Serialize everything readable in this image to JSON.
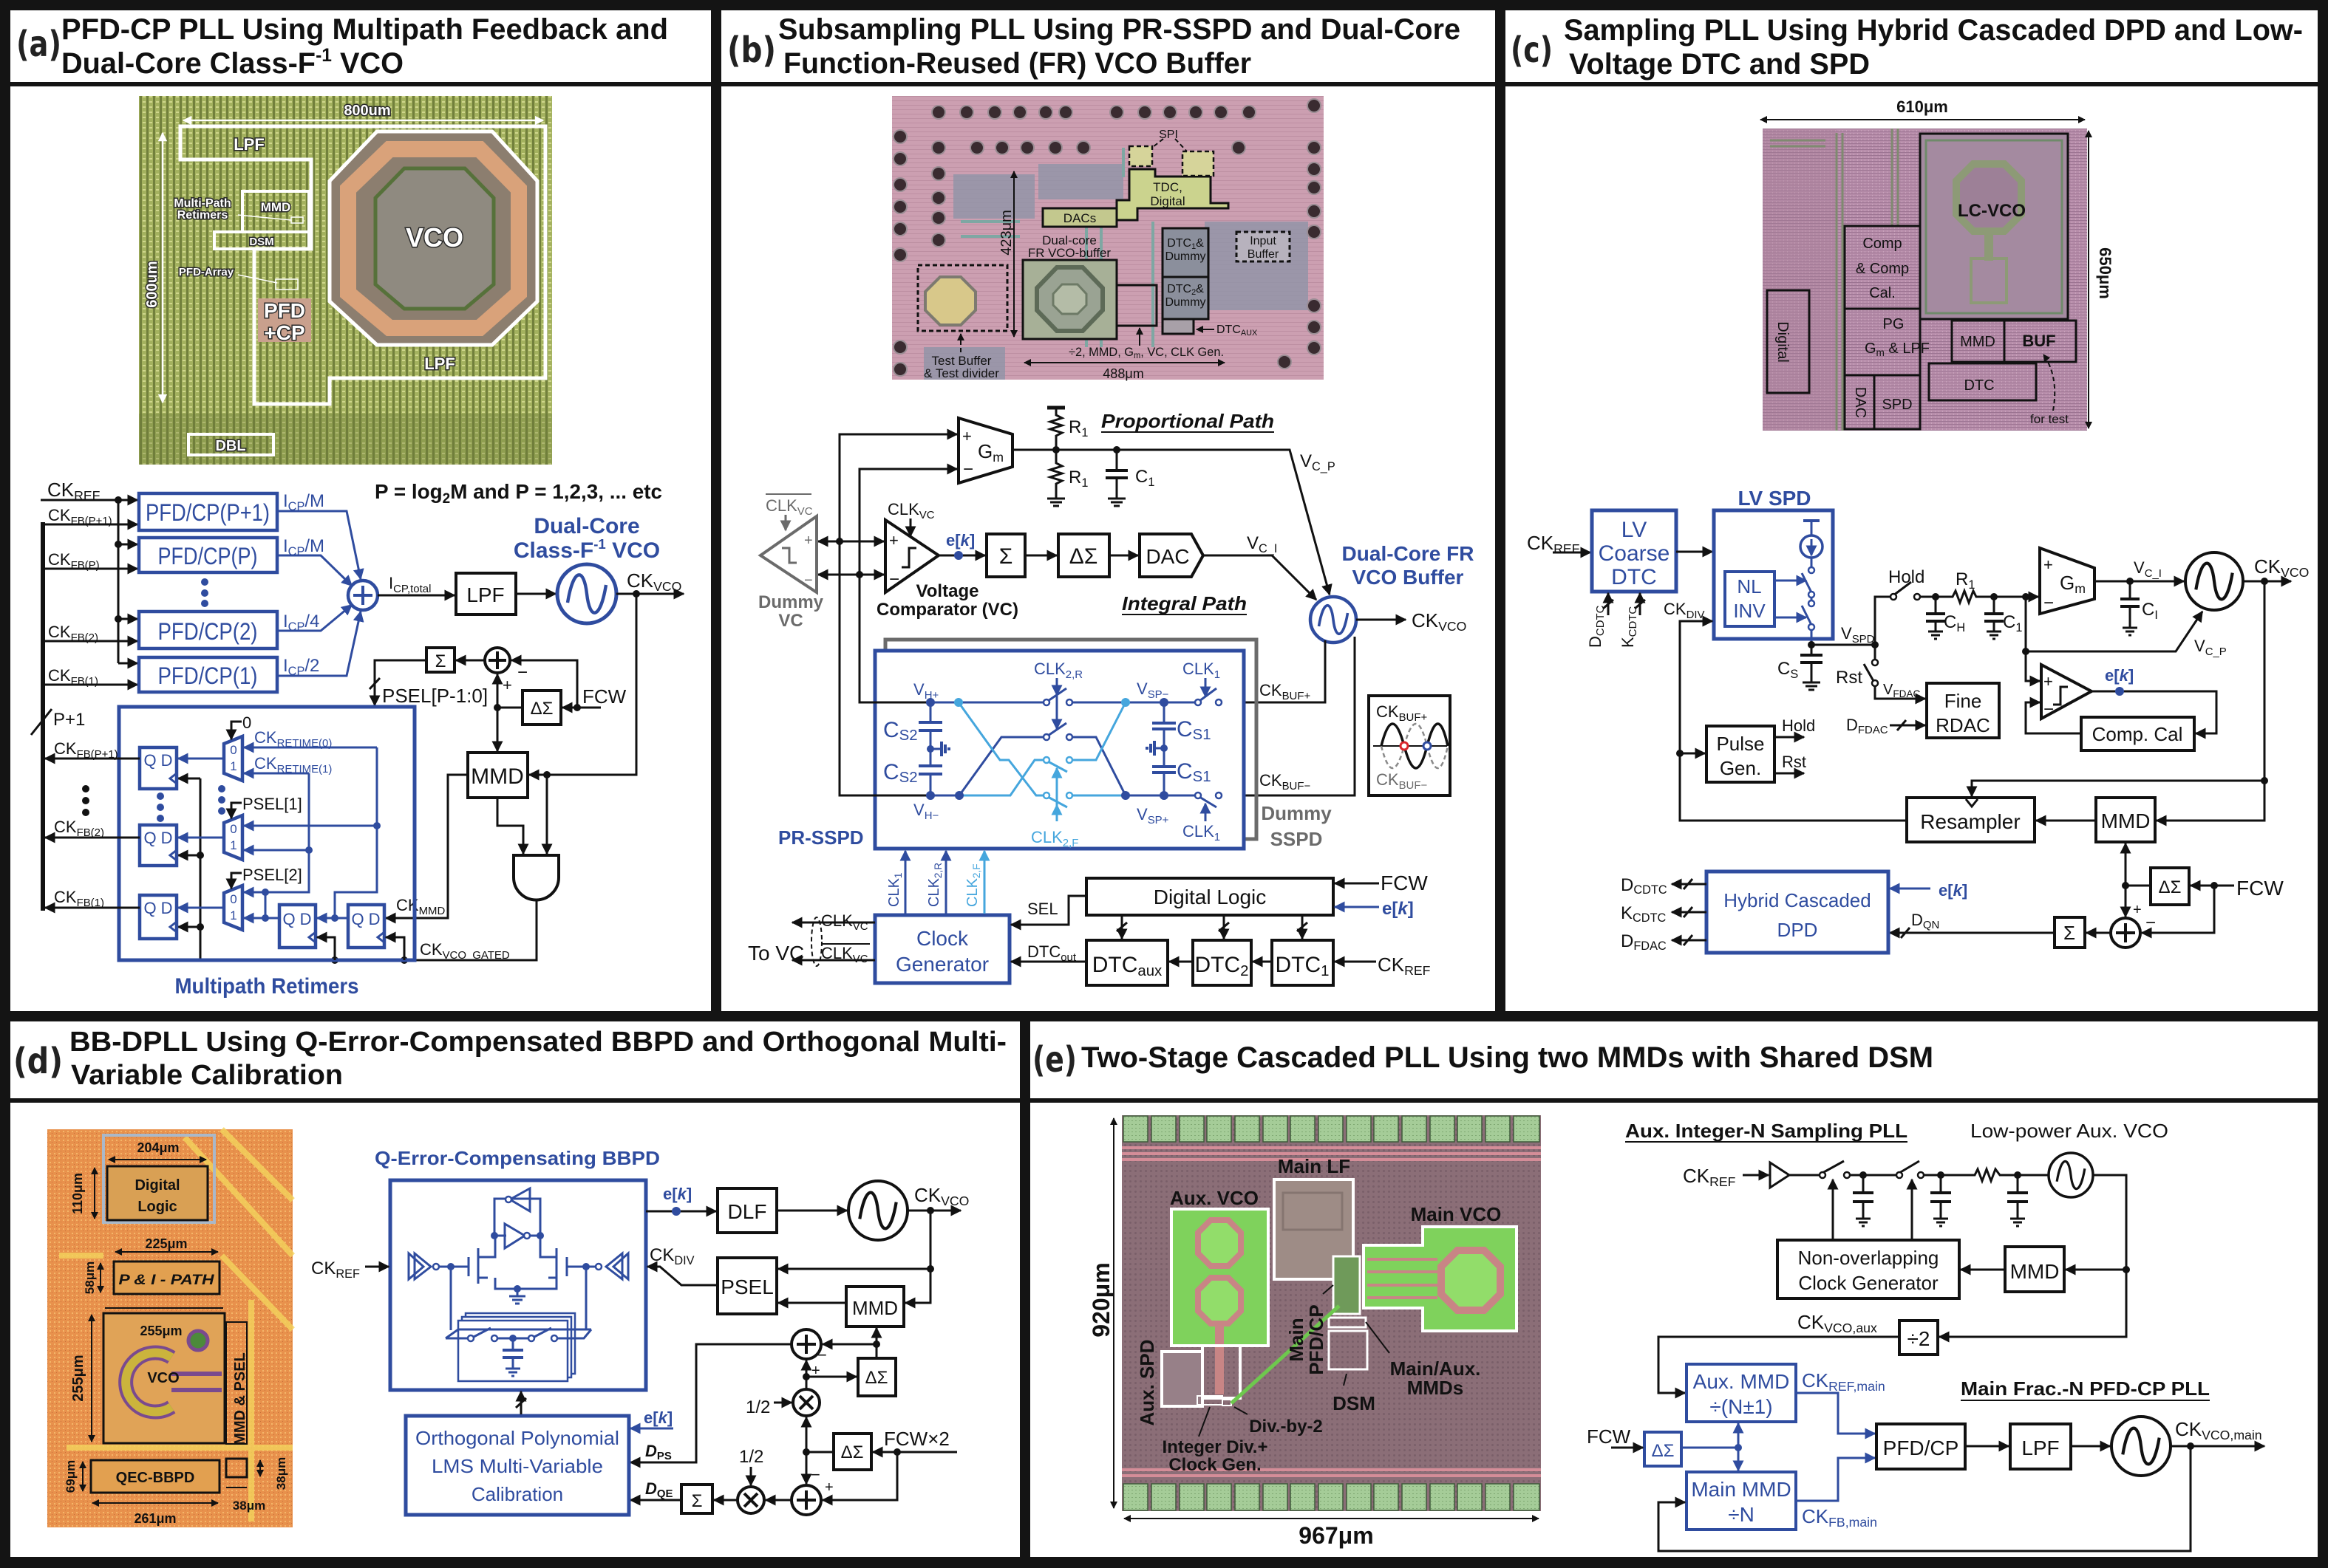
{
  "colors": {
    "frame": "#141414",
    "schematic_blue": "#2f4c9f",
    "light_blue": "#45a6dd",
    "dummy_gray": "#6b6b6b",
    "marker_red": "#d9262c"
  },
  "a": {
    "label": "(a)",
    "title": {
      "line1": "PFD-CP PLL Using Multipath Feedback and",
      "line2": "Dual-Core Class-F",
      "line2_sup": "-1",
      "line2_end": " VCO"
    },
    "die": {
      "width": "800um",
      "height": "600um",
      "lpf_top": "LPF",
      "retimers_1": "Multi-Path",
      "retimers_2": "Retimers",
      "mmd": "MMD",
      "dsm": "DSM",
      "pfd_array": "PFD-Array",
      "vco": "VCO",
      "pfd_cp_1": "PFD",
      "pfd_cp_2": "+CP",
      "lpf_bottom": "LPF",
      "dbl": "DBL"
    },
    "sch": {
      "equation": [
        "P = log",
        "2",
        "M and P = 1,2,3, ... etc"
      ],
      "ck_ref": [
        "CK",
        "REF"
      ],
      "ck_fb_in": [
        [
          "CK",
          "FB(P+1)"
        ],
        [
          "CK",
          "FB(P)"
        ],
        [
          "CK",
          "FB(2)"
        ],
        [
          "CK",
          "FB(1)"
        ]
      ],
      "pfd_cp": [
        "PFD/CP(P+1)",
        "PFD/CP(P)",
        "PFD/CP(2)",
        "PFD/CP(1)"
      ],
      "i_cp": [
        [
          "I",
          "CP",
          "/M"
        ],
        [
          "I",
          "CP",
          "/M"
        ],
        [
          "I",
          "CP",
          "/4"
        ],
        [
          "I",
          "CP",
          "/2"
        ]
      ],
      "i_cp_total": [
        "I",
        "CP,total"
      ],
      "lpf": "LPF",
      "vco_name": {
        "line1": "Dual-Core",
        "line2": "Class-F",
        "sup": "-1",
        "end": " VCO"
      },
      "ck_vco": [
        "CK",
        "VCO"
      ],
      "sigma": "Σ",
      "delta_sigma": "ΔΣ",
      "fcw": "FCW",
      "plus": "+",
      "minus": "−",
      "psel_bus": "PSEL[P-1:0]",
      "mmd": "MMD",
      "bus_width": "P+1",
      "ck_fb_out": [
        [
          "CK",
          "FB(P+1)"
        ],
        [
          "CK",
          "FB(2)"
        ],
        [
          "CK",
          "FB(1)"
        ]
      ],
      "flop": "Q D",
      "mux_in0": "0",
      "mux_in1": "1",
      "mux_sel_const": "0",
      "ck_retime0": [
        "CK",
        "RETIME(0)"
      ],
      "ck_retime1": [
        "CK",
        "RETIME(1)"
      ],
      "psel1": "PSEL[1]",
      "psel2": "PSEL[2]",
      "ck_mmd": [
        "CK",
        "MMD"
      ],
      "ck_vco_gated": [
        "CK",
        "VCO_GATED"
      ],
      "retimers_title": "Multipath Retimers"
    }
  },
  "b": {
    "label": "(b)",
    "title": {
      "line1": "Subsampling PLL Using PR-SSPD and Dual-Core",
      "line2": "Function-Reused (FR) VCO Buffer"
    },
    "die": {
      "spi": "SPI",
      "tdc_1": "TDC,",
      "tdc_2": "Digital",
      "dacs": "DACs",
      "vco_buf_1": "Dual-core",
      "vco_buf_2": "FR VCO-buffer",
      "dtc1": [
        "DTC",
        "1",
        "&"
      ],
      "dtc1_2": "Dummy",
      "dtc2": [
        "DTC",
        "2",
        "&"
      ],
      "dtc2_2": "Dummy",
      "input_buf_1": "Input",
      "input_buf_2": "Buffer",
      "dtc_aux": [
        "DTC",
        "AUX"
      ],
      "height": "423μm",
      "blocks": [
        "÷2, MMD, G",
        "m",
        ", VC, CLK Gen."
      ],
      "test_1": "Test Buffer",
      "test_2": "& Test divider",
      "width": "488μm"
    },
    "sch": {
      "r1": [
        "R",
        "1"
      ],
      "proportional_path": "Proportional Path",
      "gm": [
        "G",
        "m"
      ],
      "plus": "+",
      "minus": "−",
      "c1": [
        "C",
        "1"
      ],
      "v_c_p": [
        "V",
        "C_P"
      ],
      "clk_vc_bar": [
        "CLK",
        "VC"
      ],
      "clk_vc": [
        "CLK",
        "VC"
      ],
      "e_k": [
        "e[",
        "k",
        "]"
      ],
      "sigma": "Σ",
      "delta_sigma": "ΔΣ",
      "dac": "DAC",
      "v_c_i": [
        "V",
        "C_I"
      ],
      "vco_buffer": [
        "Dual-Core FR",
        "VCO Buffer"
      ],
      "dummy_vc": [
        "Dummy",
        "VC"
      ],
      "comparator": [
        "Voltage",
        "Comparator (VC)"
      ],
      "integral_path": "Integral Path",
      "ck_vco": [
        "CK",
        "VCO"
      ],
      "clk2r": [
        "CLK",
        "2,R"
      ],
      "clk1": [
        "CLK",
        "1"
      ],
      "vh_plus": [
        "V",
        "H+"
      ],
      "vsp_minus": [
        "V",
        "SP−"
      ],
      "ck_buf_plus": [
        "CK",
        "BUF+"
      ],
      "cs2": [
        "C",
        "S2"
      ],
      "cs1": [
        "C",
        "S1"
      ],
      "vh_minus": [
        "V",
        "H−"
      ],
      "vsp_plus": [
        "V",
        "SP+"
      ],
      "clk2f": [
        "CLK",
        "2,F"
      ],
      "ck_buf_minus": [
        "CK",
        "BUF−"
      ],
      "dummy_sspd": [
        "Dummy",
        "SSPD"
      ],
      "pr_sspd": "PR-SSPD",
      "sel": "SEL",
      "digital_logic": "Digital Logic",
      "fcw": "FCW",
      "to_vc": "To VC",
      "clock_gen": [
        "Clock",
        "Generator"
      ],
      "dtc_out": [
        "DTC",
        "out"
      ],
      "dtc_aux": [
        "DTC",
        "aux"
      ],
      "dtc2": [
        "DTC",
        "2"
      ],
      "dtc1": [
        "DTC",
        "1"
      ],
      "ck_ref": [
        "CK",
        "REF"
      ]
    }
  },
  "c": {
    "label": "(c)",
    "title": {
      "line1": "Sampling PLL Using Hybrid Cascaded DPD and Low-",
      "line2": "Voltage DTC and SPD"
    },
    "die": {
      "width": "610μm",
      "height": "650μm",
      "lc_vco": "LC-VCO",
      "comp_1": "Comp",
      "comp_2": "& Comp",
      "comp_3": "Cal.",
      "digital": "Digital",
      "pg_1": "PG",
      "pg_2": [
        "G",
        "m",
        " & LPF"
      ],
      "mmd": "MMD",
      "buf": "BUF",
      "dtc": "DTC",
      "dac": "DAC",
      "spd": "SPD",
      "for_test": "for test"
    },
    "sch": {
      "ck_ref": [
        "CK",
        "REF"
      ],
      "lv_dtc": [
        "LV",
        "Coarse",
        "DTC"
      ],
      "lv_spd": "LV SPD",
      "nl_inv": [
        "NL",
        "INV"
      ],
      "d_cdtc": [
        "D",
        "CDTC"
      ],
      "k_cdtc": [
        "K",
        "CDTC"
      ],
      "ck_div": [
        "CK",
        "DIV"
      ],
      "hold": "Hold",
      "r1": [
        "R",
        "1"
      ],
      "c_h": [
        "C",
        "H"
      ],
      "c_1": [
        "C",
        "1"
      ],
      "gm": [
        "G",
        "m"
      ],
      "plus": "+",
      "minus": "−",
      "v_c_i": [
        "V",
        "C_I"
      ],
      "c_i": [
        "C",
        "I"
      ],
      "ck_vco": [
        "CK",
        "VCO"
      ],
      "v_spd": [
        "V",
        "SPD"
      ],
      "v_c_p": [
        "V",
        "C_P"
      ],
      "c_s": [
        "C",
        "S"
      ],
      "rst": "Rst",
      "v_fdac": [
        "V",
        "FDAC"
      ],
      "fine_rdac": [
        "Fine",
        "RDAC"
      ],
      "e_k": [
        "e[",
        "k",
        "]"
      ],
      "d_fdac": [
        "D",
        "FDAC"
      ],
      "comp_cal": "Comp. Cal",
      "pulse_gen": [
        "Pulse",
        "Gen."
      ],
      "resampler": "Resampler",
      "mmd": "MMD",
      "delta_sigma": "ΔΣ",
      "fcw": "FCW",
      "sigma": "Σ",
      "hybrid_dpd": [
        "Hybrid Cascaded",
        "DPD"
      ],
      "d_qn": [
        "D",
        "QN"
      ]
    }
  },
  "d": {
    "label": "(d)",
    "title": {
      "line1": "BB-DPLL Using Q-Error-Compensated BBPD and Orthogonal Multi-",
      "line2": "Variable Calibration"
    },
    "die": {
      "w_digital": "204μm",
      "h_digital": "110μm",
      "digital_1": "Digital",
      "digital_2": "Logic",
      "w_path": "225μm",
      "h_path": "58μm",
      "path": "P & I - PATH",
      "w_vco": "255μm",
      "h_vco": "255μm",
      "vco": "VCO",
      "mmd_psel": "MMD & PSEL",
      "h_bbpd": "69μm",
      "bbpd": "QEC-BBPD",
      "h_small": "38μm",
      "w_small": "38μm",
      "w_bbpd": "261μm"
    },
    "sch": {
      "bbpd_title": "Q-Error-Compensating BBPD",
      "e_k": [
        "e[",
        "k",
        "]"
      ],
      "dlf": "DLF",
      "ck_vco": [
        "CK",
        "VCO"
      ],
      "ck_ref": [
        "CK",
        "REF"
      ],
      "ck_div": [
        "CK",
        "DIV"
      ],
      "psel": "PSEL",
      "mmd": "MMD",
      "delta_sigma": "ΔΣ",
      "half": "1/2",
      "fcw2": "FCW×2",
      "d_ps": [
        "D",
        "PS"
      ],
      "d_qe": [
        "D",
        "QE"
      ],
      "calibration": [
        "Orthogonal Polynomial",
        "LMS Multi-Variable",
        "Calibration"
      ],
      "sigma": "Σ",
      "plus": "+",
      "minus": "−"
    }
  },
  "e": {
    "label": "(e)",
    "title": "Two-Stage Cascaded PLL Using two MMDs with Shared DSM",
    "die": {
      "height": "920μm",
      "width": "967μm",
      "main_lf": "Main LF",
      "aux_vco": "Aux. VCO",
      "main_vco": "Main VCO",
      "main_pfd_1": "Main",
      "main_pfd_2": "PFD/CP",
      "mmds_1": "Main/Aux.",
      "mmds_2": "MMDs",
      "dsm": "DSM",
      "aux_spd": "Aux. SPD",
      "div2": "Div.-by-2",
      "int_div_1": "Integer Div.+",
      "int_div_2": "Clock Gen."
    },
    "sch": {
      "aux_pll_title": "Aux. Integer-N Sampling PLL",
      "aux_vco_title": "Low-power Aux. VCO",
      "ck_ref": [
        "CK",
        "REF"
      ],
      "nocg": [
        "Non-overlapping",
        "Clock Generator"
      ],
      "mmd": "MMD",
      "ck_vco_aux": [
        "CK",
        "VCO,aux"
      ],
      "div2": "÷2",
      "aux_mmd": [
        "Aux. MMD",
        "÷(N±1)"
      ],
      "ck_ref_main": [
        "CK",
        "REF,main"
      ],
      "main_pll_title": "Main Frac.-N PFD-CP PLL",
      "fcw": "FCW",
      "delta_sigma": "ΔΣ",
      "pfd_cp": "PFD/CP",
      "lpf": "LPF",
      "ck_vco_main": [
        "CK",
        "VCO,main"
      ],
      "main_mmd": [
        "Main MMD",
        "÷N"
      ],
      "ck_fb_main": [
        "CK",
        "FB,main"
      ]
    }
  }
}
